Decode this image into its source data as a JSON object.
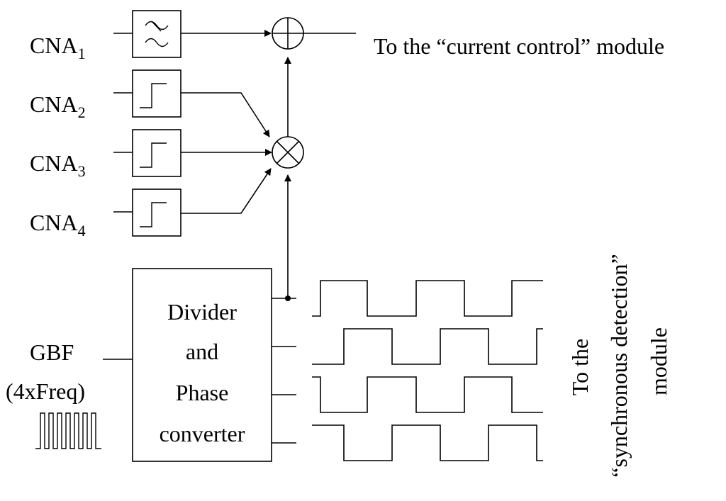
{
  "inputs": [
    {
      "name": "CNA",
      "sub": "1"
    },
    {
      "name": "CNA",
      "sub": "2"
    },
    {
      "name": "CNA",
      "sub": "3"
    },
    {
      "name": "CNA",
      "sub": "4"
    }
  ],
  "generator": {
    "label": "GBF",
    "freq": "(4xFreq)"
  },
  "divider": {
    "line1": "Divider",
    "line2": "and",
    "line3": "Phase",
    "line4": "converter"
  },
  "output_top": "To the “current control” module",
  "output_side": {
    "line1": "To the",
    "line2": "“synchronous detection”",
    "line3": "module"
  }
}
